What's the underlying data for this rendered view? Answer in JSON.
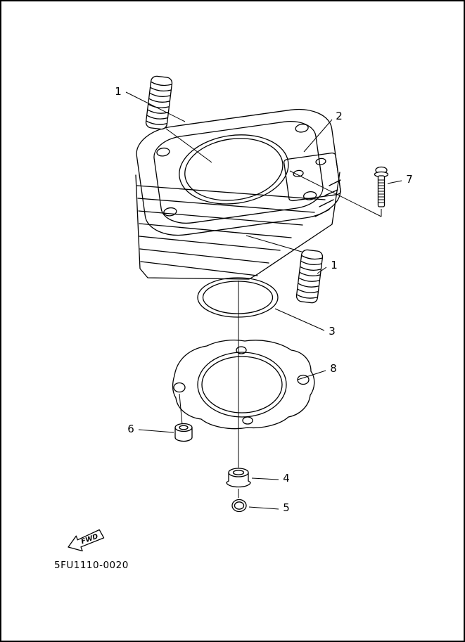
{
  "colors": {
    "line": "#000000",
    "background": "#ffffff"
  },
  "diagram": {
    "code": "5FU1110-0020",
    "fwd_label": "FWD",
    "callouts": [
      {
        "ref": "1"
      },
      {
        "ref": "2"
      },
      {
        "ref": "7"
      },
      {
        "ref": "1"
      },
      {
        "ref": "3"
      },
      {
        "ref": "8"
      },
      {
        "ref": "6"
      },
      {
        "ref": "4"
      },
      {
        "ref": "5"
      }
    ]
  }
}
